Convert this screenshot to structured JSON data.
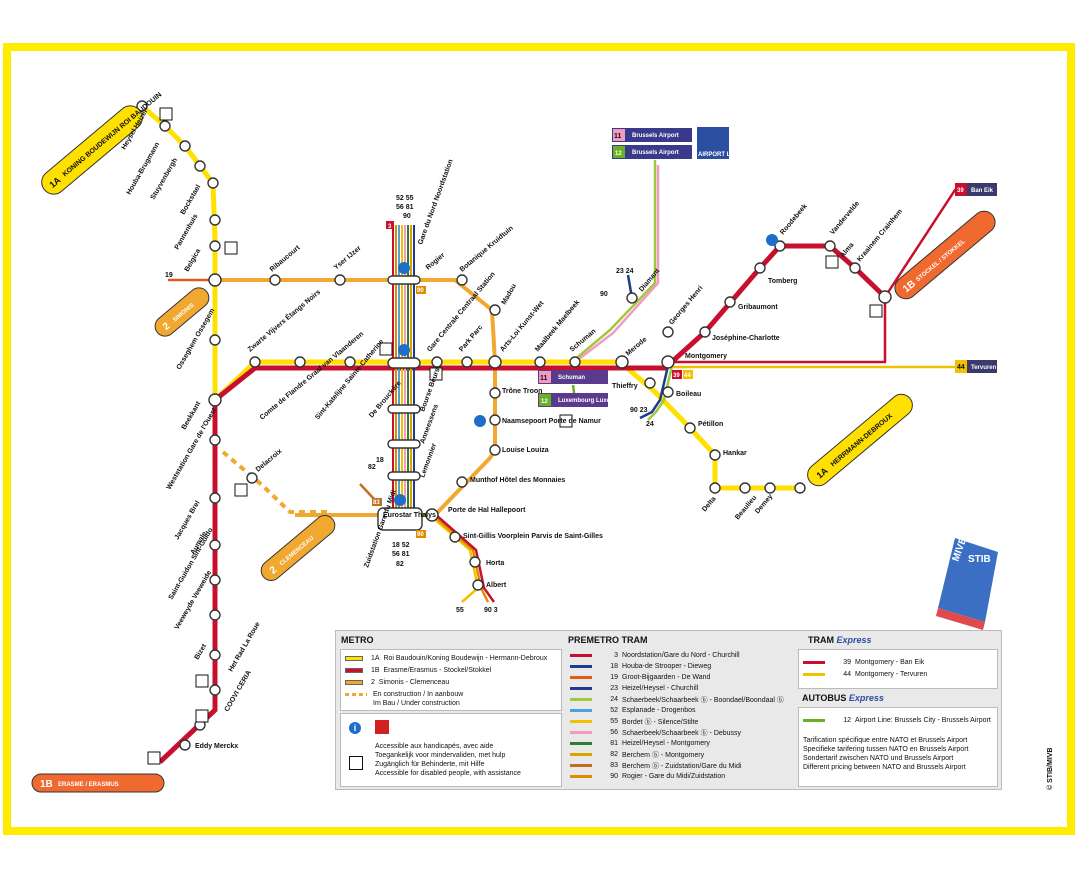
{
  "colors": {
    "frame": "#ffec00",
    "line1A": "#ffe000",
    "line1B": "#c8102e",
    "line2": "#f0a830",
    "tram3": "#c8102e",
    "tram18": "#1f3c8c",
    "tram19": "#e05a1e",
    "tram23": "#1f3c8c",
    "tram24": "#a0c83c",
    "tram52": "#4aa3df",
    "tram55": "#f2c200",
    "tram56": "#f49ac1",
    "tram81": "#2e7d32",
    "tram82": "#d9a400",
    "tram83": "#c07020",
    "tram90": "#e08c00",
    "tram39": "#c8102e",
    "tram44": "#f2c200",
    "bus12": "#6ab023",
    "airport": "#2b4ea0",
    "stib": "#3a6fc4"
  },
  "badges": {
    "koning": {
      "num": "1A",
      "text": "KONING BOUDEWIJN ROI BAUDOUIN"
    },
    "simonis": {
      "num": "2",
      "text": "SIMONIS"
    },
    "clemenceau": {
      "num": "2",
      "text": "CLEMENCEAU"
    },
    "erasme": {
      "num": "1B",
      "text": "ERASME / ERASMUS"
    },
    "hermann": {
      "num": "1A",
      "text": "HERRMANN-DEBROUX"
    },
    "stockel": {
      "num": "1B",
      "text": "STOCKEL / STOKKEL"
    }
  },
  "stations": {
    "heysel": "Heysel Heizel",
    "houba": "Houba-Brugmann",
    "stuyvenbergh": "Stuyvenbergh",
    "bockstael": "Bockstael",
    "pannenhuis": "Pannenhuis",
    "belgica": "Belgica",
    "ribaucourt": "Ribaucourt",
    "yser": "Yser IJzer",
    "rogier": "Rogier",
    "botanique": "Botanique Kruidtuin",
    "madou": "Madou",
    "osseghem": "Osseghem Ossegem",
    "zwarte": "Zwarte Vijvers Étangs Noirs",
    "comte": "Comte de Flandre Graaf van Vlaanderen",
    "stekat": "Sint-Katelijne Sainte-Catherine",
    "brouckere": "De Brouckère",
    "gare_centrale": "Gare Centrale Centraal Station",
    "parc": "Park Parc",
    "artsloi": "Arts-Loi Kunst-Wet",
    "maalbeek": "Maalbeek Maelbeek",
    "schuman": "Schuman",
    "merode": "Merode",
    "georges": "Georges Henri",
    "diamant": "Diamant",
    "montgomery": "Montgomery",
    "thieffry": "Thieffry",
    "boileau": "Boileau",
    "petillon": "Pétillon",
    "hankar": "Hankar",
    "delta": "Delta",
    "beaulieu": "Beaulieu",
    "demey": "Demey",
    "josephine": "Joséphine-Charlotte",
    "gribaumont": "Gribaumont",
    "tomberg": "Tomberg",
    "roodebeek": "Roodebeek",
    "vandervelde": "Vandervelde",
    "alma": "Alma",
    "kraainem": "Kraainem Crainhem",
    "trone": "Trône Troon",
    "naamse": "Naamsepoort Porte de Namur",
    "louise": "Louise Louiza",
    "munthof": "Munthof Hôtel des Monnaies",
    "porte_hal": "Porte de Hal Hallepoort",
    "stgilles": "Sint-Gillis Voorplein Parvis de Saint-Gilles",
    "horta": "Horta",
    "albert": "Albert",
    "bourse": "Bourse Beurs",
    "anneessens": "Anneessens",
    "lemonnier": "Lemonnier",
    "gare_nord": "Gare du Nord Noordstation",
    "zuid": "Zuidstation Gare du Midi",
    "eurostar": "Eurostar Thalys",
    "beekkant": "Beekkant",
    "weststation": "Weststation Gare de l'Ouest",
    "delacroix": "Delacroix",
    "jacques_brel": "Jacques Brel",
    "aumale": "Aumale",
    "st_guidon": "Saint-Guidon Sint-Guido",
    "veeweyde": "Veeweyde Veeweide",
    "bizet": "Bizet",
    "het_rad": "Het Rad La Roue",
    "coovi": "COOVI CERIA",
    "eddy": "Eddy Merckx"
  },
  "tram_nums": {
    "north": "52 55",
    "north2": "56 81",
    "north3": "90",
    "south": "18 52",
    "south2": "56 81",
    "south3": "82",
    "t18": "18",
    "t82": "82",
    "t3": "3",
    "t19": "19",
    "t90": "90",
    "t23": "23 24",
    "t9023": "90 23",
    "t24b": "24",
    "t39": "39",
    "t44": "44",
    "t55": "55",
    "t903": "90 3",
    "t83": "83"
  },
  "boxes": {
    "airport11": {
      "num": "11",
      "text": "Brussels Airport"
    },
    "airport12": {
      "num": "12",
      "text": "Brussels Airport"
    },
    "airportline": "AIRPORT LINE",
    "schuman11": {
      "num": "11",
      "text": "Schuman"
    },
    "lux12": {
      "num": "12",
      "text": "Luxembourg Luxemburg"
    },
    "bas39": {
      "num": "39",
      "text": "Ban Eik"
    },
    "terv44": {
      "num": "44",
      "text": "Tervuren"
    }
  },
  "stib": {
    "a": "MIVB",
    "b": "STIB",
    "copyright": "© STIB/MIVB"
  },
  "legend": {
    "metro": {
      "title": "METRO",
      "rows": [
        {
          "code": "1A",
          "text": "Roi Baudouin/Koning Boudewijn - Hermann-Debroux",
          "color": "#ffe000"
        },
        {
          "code": "1B",
          "text": "Erasme/Erasmus - Stockel/Stokkel",
          "color": "#c8102e"
        },
        {
          "code": "2",
          "text": "Simonis - Clemenceau",
          "color": "#f0a830"
        }
      ],
      "construction": "En construction / In aanbouw",
      "construction2": "Im Bau / Under construction",
      "access": "Accessible aux handicapés, avec aide",
      "access2": "Toegankelijk voor mindervaliden, met hulp",
      "access3": "Zugänglich für Behinderte, mit Hilfe",
      "access4": "Accessible for disabled people, with assistance"
    },
    "premetro": {
      "title": "PREMETRO TRAM",
      "rows": [
        {
          "num": "3",
          "text": "Noordstation/Gare du Nord - Churchill",
          "color": "#c8102e"
        },
        {
          "num": "18",
          "text": "Houba-de Strooper - Dieweg",
          "color": "#1f3c8c"
        },
        {
          "num": "19",
          "text": "Groot-Bijgaarden - De Wand",
          "color": "#e05a1e"
        },
        {
          "num": "23",
          "text": "Heizel/Heysel - Churchill",
          "color": "#1f3c8c"
        },
        {
          "num": "24",
          "text": "Schaerbeek/Schaarbeek ⓑ - Boondael/Boondaal ⓑ",
          "color": "#a0c83c"
        },
        {
          "num": "52",
          "text": "Esplanade - Drogenbos",
          "color": "#4aa3df"
        },
        {
          "num": "55",
          "text": "Bordet ⓑ - Silence/Stilte",
          "color": "#f2c200"
        },
        {
          "num": "56",
          "text": "Schaerbeek/Schaarbeek ⓑ - Debussy",
          "color": "#f49ac1"
        },
        {
          "num": "81",
          "text": "Heizel/Heysel - Montgomery",
          "color": "#2e7d32"
        },
        {
          "num": "82",
          "text": "Berchem ⓑ - Montgomery",
          "color": "#d9a400"
        },
        {
          "num": "83",
          "text": "Berchem ⓑ - Zuidstation/Gare du Midi",
          "color": "#c07020"
        },
        {
          "num": "90",
          "text": "Rogier - Gare du Midi/Zuidstation",
          "color": "#e08c00"
        }
      ]
    },
    "tram": {
      "title": "TRAM",
      "express": "Express",
      "rows": [
        {
          "num": "39",
          "text": "Montgomery - Ban Eik",
          "color": "#c8102e"
        },
        {
          "num": "44",
          "text": "Montgomery - Tervuren",
          "color": "#f2c200"
        }
      ]
    },
    "bus": {
      "title": "AUTOBUS",
      "express": "Express",
      "rows": [
        {
          "num": "12",
          "text": "Airport Line: Brussels City - Brussels Airport",
          "color": "#6ab023"
        }
      ],
      "notes": [
        "Tarification spécifique entre NATO et Brussels Airport",
        "Specifieke tarifering tussen NATO en Brussels Airport",
        "Sondertarif zwischen NATO und Brussels Airport",
        "Different pricing between NATO and Brussels Airport"
      ]
    }
  }
}
